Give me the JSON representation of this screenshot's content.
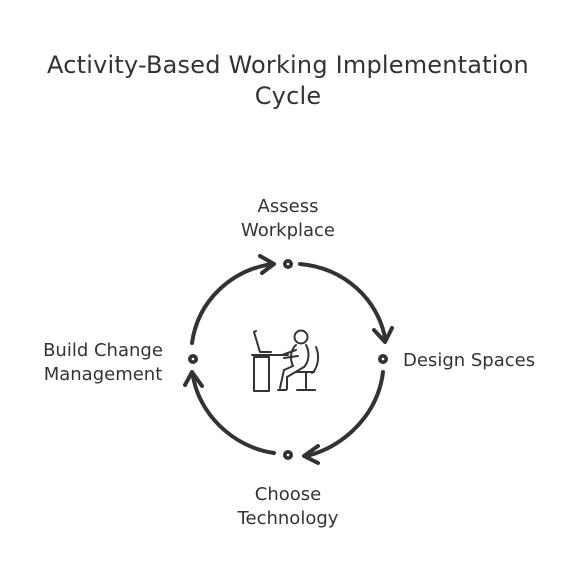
{
  "title": {
    "line1": "Activity-Based Working Implementation",
    "line2": "Cycle"
  },
  "nodes": [
    {
      "id": "top",
      "lines": [
        "Assess",
        "Workplace"
      ]
    },
    {
      "id": "right",
      "lines": [
        "Design Spaces"
      ]
    },
    {
      "id": "bottom",
      "lines": [
        "Choose",
        "Technology"
      ]
    },
    {
      "id": "left",
      "lines": [
        "Build Change",
        "Management"
      ]
    }
  ],
  "center_icon": "person-at-computer-desk-icon",
  "colors": {
    "stroke": "#333333",
    "background": "#ffffff"
  }
}
